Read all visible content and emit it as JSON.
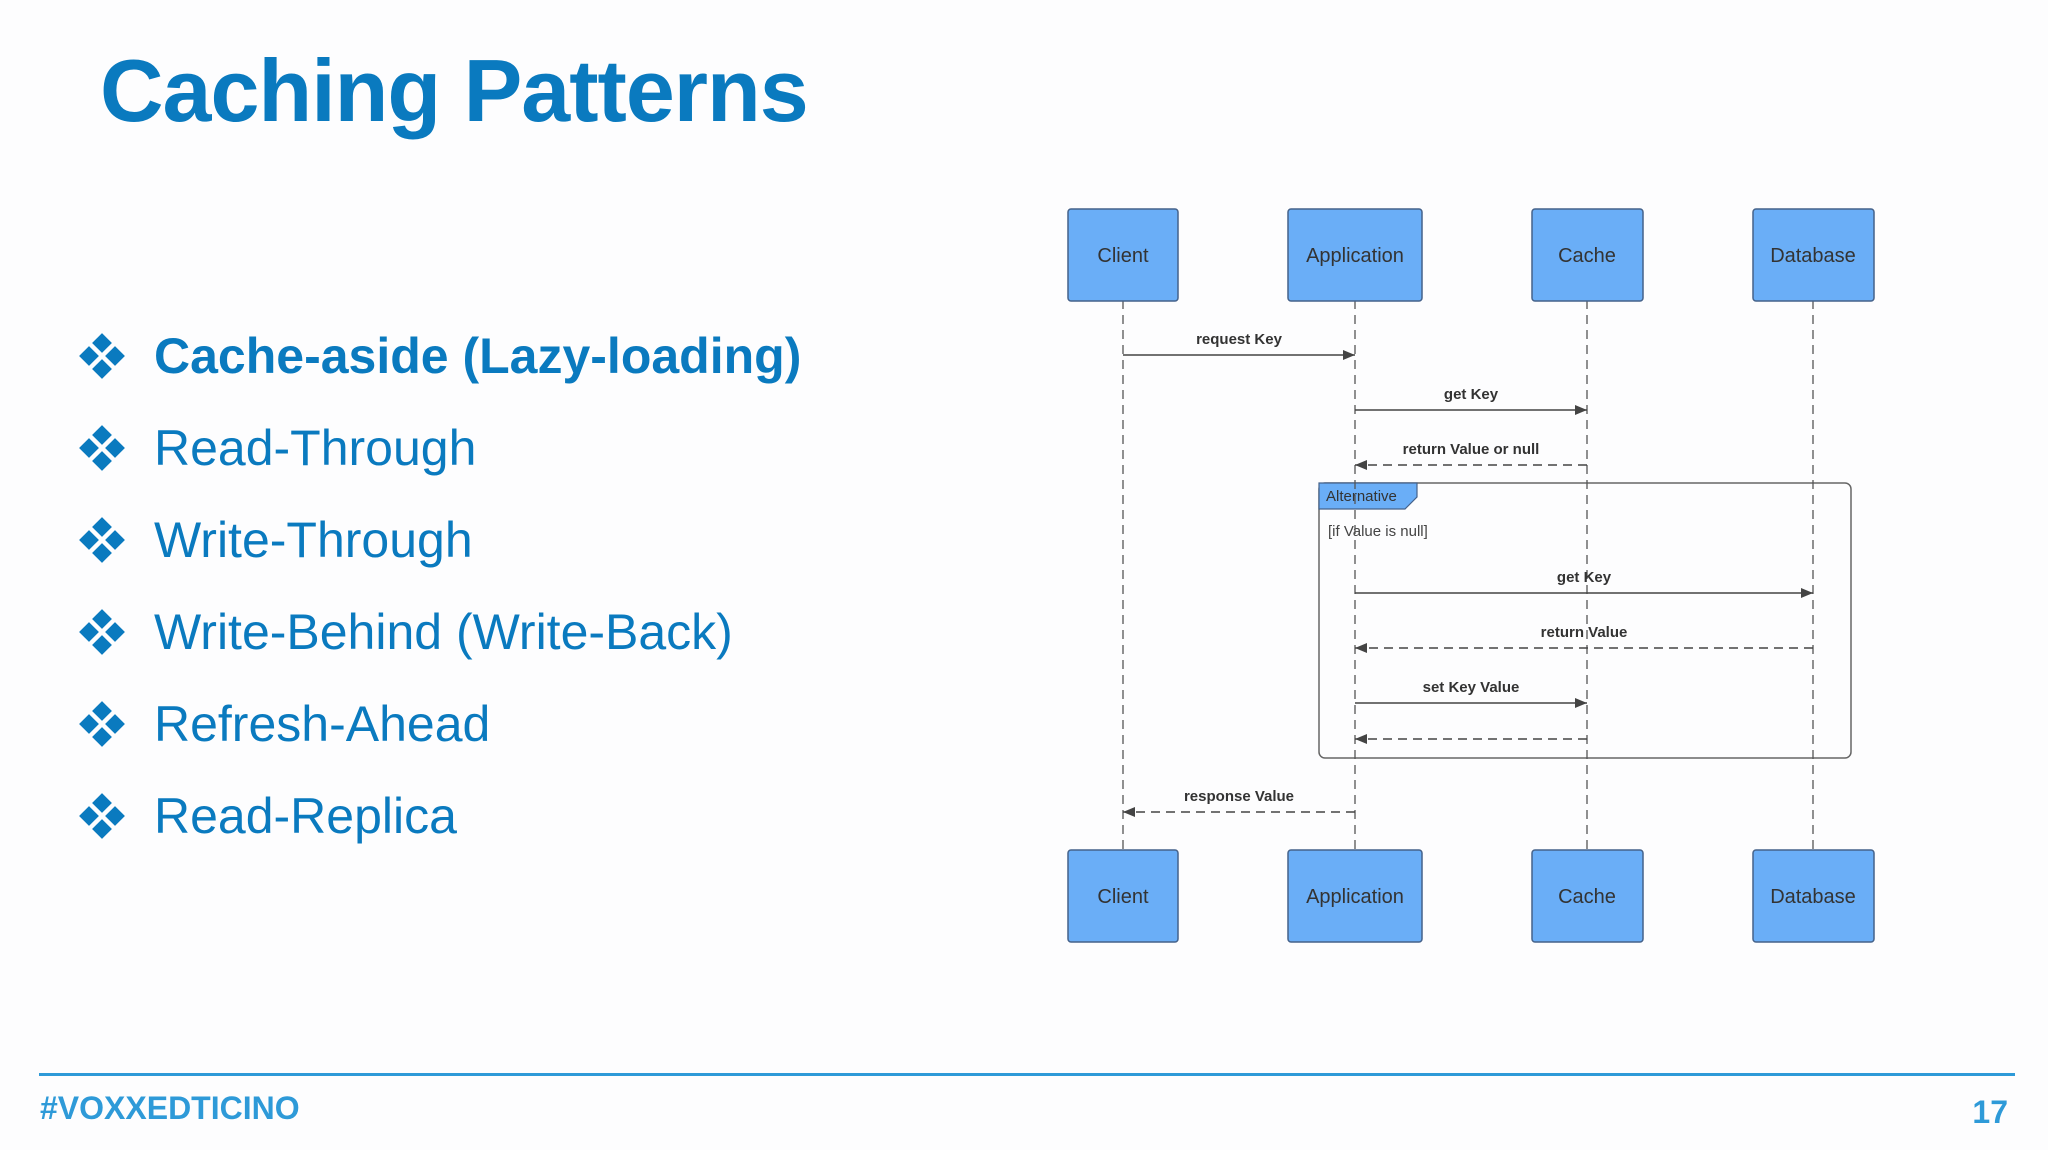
{
  "title": "Caching Patterns",
  "bullets": [
    {
      "label": "Cache-aside (Lazy-loading)",
      "active": true
    },
    {
      "label": "Read-Through"
    },
    {
      "label": "Write-Through"
    },
    {
      "label": "Write-Behind (Write-Back)"
    },
    {
      "label": "Refresh-Ahead"
    },
    {
      "label": "Read-Replica"
    }
  ],
  "diagram": {
    "participants": [
      "Client",
      "Application",
      "Cache",
      "Database"
    ],
    "messages": [
      {
        "label": "request Key",
        "from": "Client",
        "to": "Application",
        "style": "solid"
      },
      {
        "label": "get Key",
        "from": "Application",
        "to": "Cache",
        "style": "solid"
      },
      {
        "label": "return Value or null",
        "from": "Cache",
        "to": "Application",
        "style": "dashed"
      },
      {
        "label": "get Key",
        "from": "Application",
        "to": "Database",
        "style": "solid"
      },
      {
        "label": "return Value",
        "from": "Database",
        "to": "Application",
        "style": "dashed"
      },
      {
        "label": "set Key Value",
        "from": "Application",
        "to": "Cache",
        "style": "solid"
      },
      {
        "label": "",
        "from": "Cache",
        "to": "Application",
        "style": "dashed"
      },
      {
        "label": "response Value",
        "from": "Application",
        "to": "Client",
        "style": "dashed"
      }
    ],
    "fragment": {
      "type": "Alternative",
      "guard": "[if Value is null]"
    },
    "colors": {
      "box_fill": "#6aaef7",
      "box_border": "#45628a"
    }
  },
  "footer": {
    "hashtag": "#VOXXEDTICINO",
    "page": "17"
  },
  "colors": {
    "accent": "#0a7abf",
    "footer": "#2e9ad8"
  }
}
